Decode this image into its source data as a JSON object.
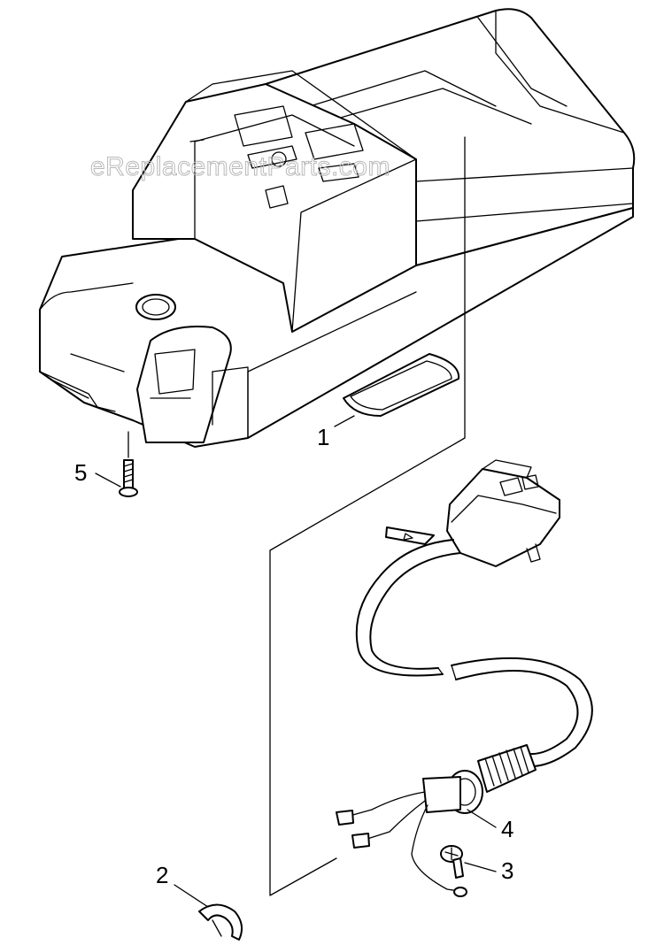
{
  "watermark": "eReplacementParts.com",
  "callouts": [
    {
      "id": "1",
      "label": "1",
      "part": "housing-cover-plate"
    },
    {
      "id": "2",
      "label": "2",
      "part": "cable-clip"
    },
    {
      "id": "3",
      "label": "3",
      "part": "screw"
    },
    {
      "id": "4",
      "label": "4",
      "part": "power-cord-with-switch-housing"
    },
    {
      "id": "5",
      "label": "5",
      "part": "housing-screw"
    }
  ]
}
